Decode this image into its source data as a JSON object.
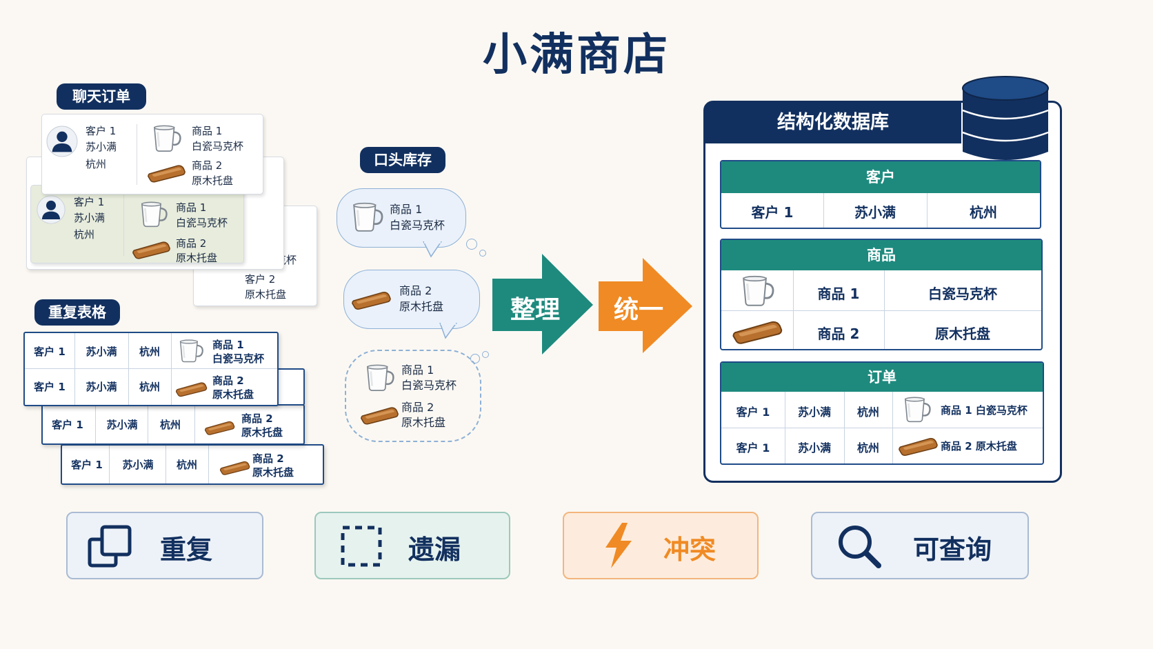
{
  "title": "小满商店",
  "pills": {
    "chat": "聊天订单",
    "sheet": "重复表格",
    "oral": "口头库存"
  },
  "labels": {
    "customer1": "客户 1",
    "customer2": "客户 2",
    "customer_name": "苏小满",
    "city": "杭州",
    "product1": "商品 1",
    "product2": "商品 2",
    "product1_name": "白瓷马克杯",
    "product2_name": "原木托盘"
  },
  "arrows": {
    "organize": "整理",
    "unify": "统一"
  },
  "db": {
    "title": "结构化数据库",
    "customers": {
      "head": "客户",
      "row": [
        "客户 1",
        "苏小满",
        "杭州"
      ]
    },
    "products": {
      "head": "商品",
      "rows": [
        [
          "商品 1",
          "白瓷马克杯"
        ],
        [
          "商品 2",
          "原木托盘"
        ]
      ]
    },
    "orders": {
      "head": "订单",
      "rows": [
        [
          "客户 1",
          "苏小满",
          "杭州",
          "商品 1  白瓷马克杯"
        ],
        [
          "客户 1",
          "苏小满",
          "杭州",
          "商品 2  原木托盘"
        ]
      ]
    }
  },
  "bottom": [
    {
      "label": "重复",
      "icon": "copy-icon",
      "color": "#12305f"
    },
    {
      "label": "遗漏",
      "icon": "dashed-square-icon",
      "color": "#12305f"
    },
    {
      "label": "冲突",
      "icon": "lightning-icon",
      "color": "#f08a24"
    },
    {
      "label": "可查询",
      "icon": "search-icon",
      "color": "#12305f"
    }
  ],
  "colors": {
    "navy": "#12305f",
    "teal": "#1e8a7e",
    "orange": "#f08a24"
  }
}
